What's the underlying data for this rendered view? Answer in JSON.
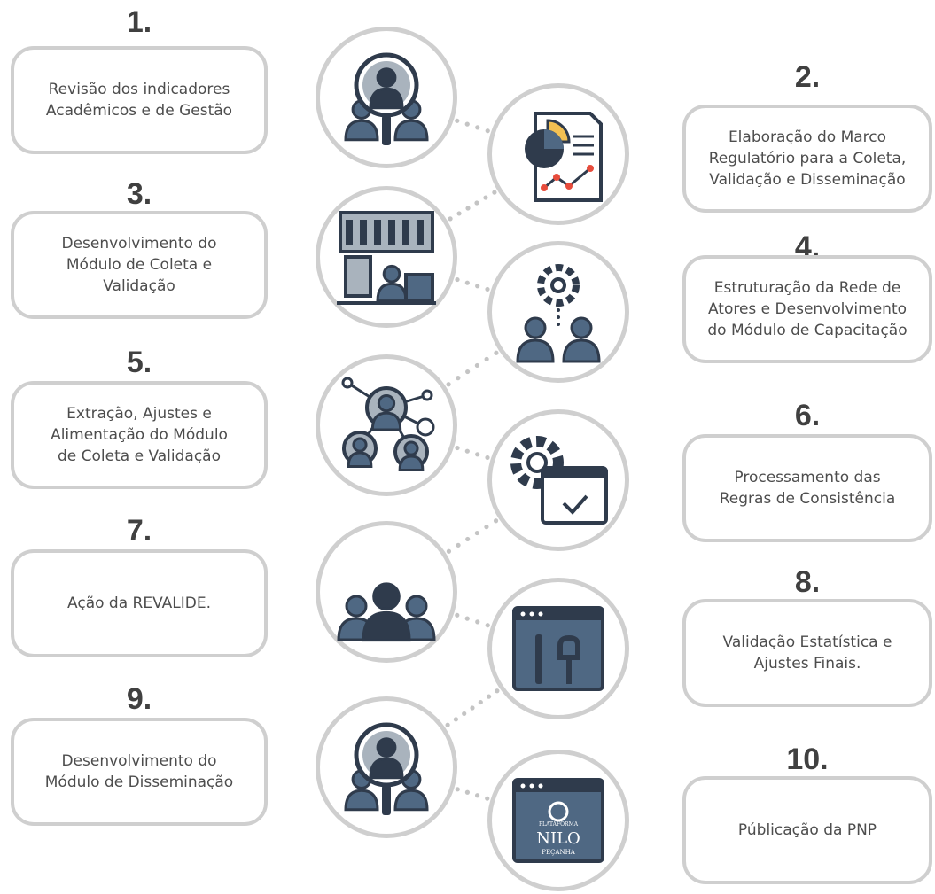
{
  "steps": [
    {
      "num": "1.",
      "text": "Revisão dos indicadores\nAcadêmicos e de Gestão",
      "icon": "search-user-icon"
    },
    {
      "num": "2.",
      "text": "Elaboração do Marco\nRegulatório para a Coleta,\nValidação e Disseminação",
      "icon": "report-chart-icon"
    },
    {
      "num": "3.",
      "text": "Desenvolvimento do\nMódulo de Coleta e\nValidação",
      "icon": "presentation-icon"
    },
    {
      "num": "4.",
      "text": "Estruturação da Rede de\nAtores e Desenvolvimento\ndo Módulo de Capacitação",
      "icon": "team-gear-icon"
    },
    {
      "num": "5.",
      "text": "Extração, Ajustes e\nAlimentação do Módulo\nde Coleta e Validação",
      "icon": "network-icon"
    },
    {
      "num": "6.",
      "text": "Processamento das\nRegras de Consistência",
      "icon": "gear-window-icon"
    },
    {
      "num": "7.",
      "text": "Ação da REVALIDE.",
      "icon": "group-icon"
    },
    {
      "num": "8.",
      "text": "Validação Estatística e\nAjustes Finais.",
      "icon": "tools-window-icon"
    },
    {
      "num": "9.",
      "text": "Desenvolvimento do\nMódulo de Disseminação",
      "icon": "search-user-icon"
    },
    {
      "num": "10.",
      "text": "Públicação da PNP",
      "icon": "nilo-pecanha-logo"
    }
  ],
  "logo": {
    "line1": "PLATAFORMA",
    "line2": "NILO",
    "line3": "PEÇANHA"
  },
  "colors": {
    "dark": "#2f3b4c",
    "mid": "#4f6883",
    "light": "#a9b3bd",
    "yellow": "#f3c052",
    "red": "#e74c3c",
    "border": "#cfcfcf",
    "text": "#4d4d4d"
  }
}
